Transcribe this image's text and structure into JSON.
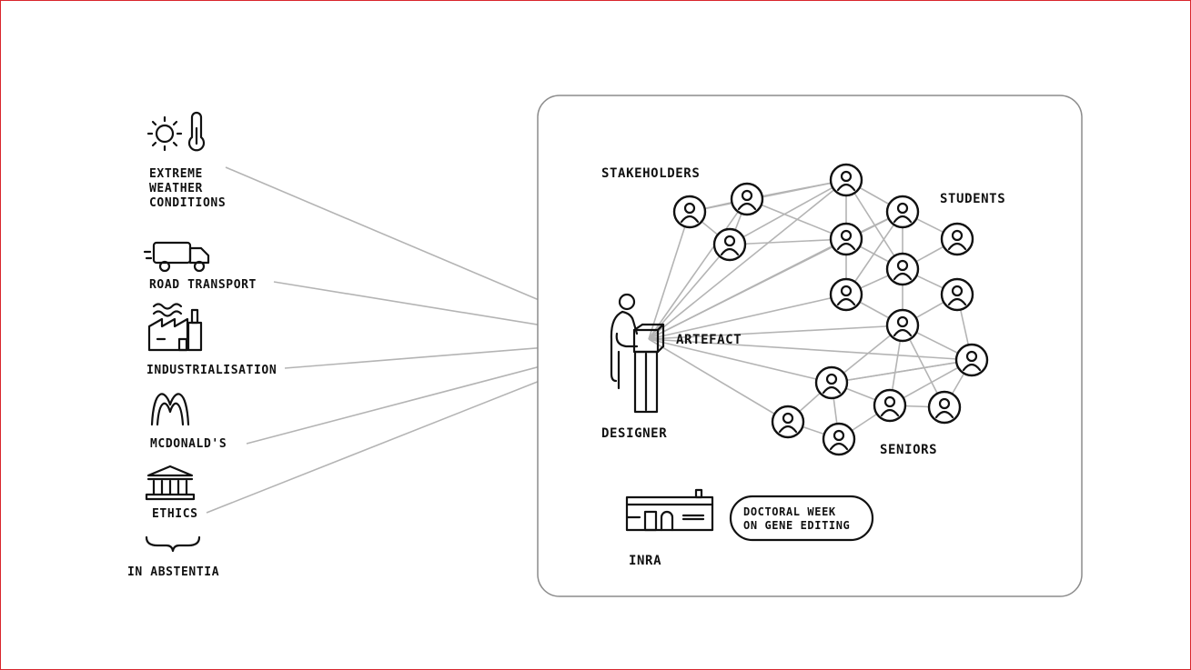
{
  "colors": {
    "frame": "#d9262c",
    "ink": "#111111",
    "connector": "#b4b4b4",
    "panel_border": "#8c8c8c"
  },
  "in_absentia": {
    "items": [
      {
        "icon": "sun-thermometer-icon",
        "lines": [
          "EXTREME",
          "WEATHER",
          "CONDITIONS"
        ]
      },
      {
        "icon": "truck-icon",
        "lines": [
          "ROAD TRANSPORT"
        ]
      },
      {
        "icon": "factory-icon",
        "lines": [
          "INDUSTRIALISATION"
        ]
      },
      {
        "icon": "mcdonalds-logo-icon",
        "lines": [
          "MCDONALD'S"
        ]
      },
      {
        "icon": "columns-building-icon",
        "lines": [
          "ETHICS"
        ]
      }
    ],
    "caption": "IN ABSTENTIA"
  },
  "scene": {
    "designer_label": "DESIGNER",
    "artefact_label": "ARTEFACT",
    "stakeholders_label": "STAKEHOLDERS",
    "students_label": "STUDENTS",
    "seniors_label": "SENIORS",
    "inra_label": "INRA",
    "event_lines": [
      "DOCTORAL WEEK",
      "ON GENE EDITING"
    ]
  }
}
